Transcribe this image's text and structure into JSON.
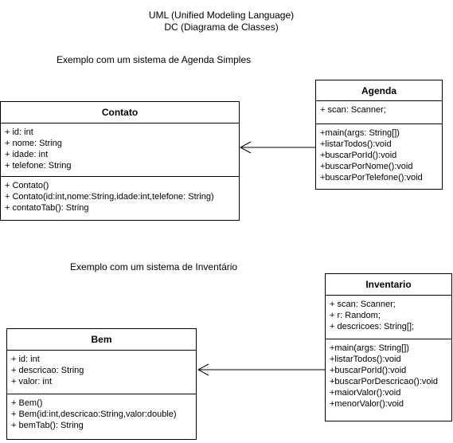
{
  "header": {
    "line1": "UML (Unified Modeling Language)",
    "line2": "DC (Diagrama de Classes)"
  },
  "section1_caption": "Exemplo com um sistema de Agenda Simples",
  "section2_caption": "Exemplo com um sistema de Inventário",
  "classes": {
    "contato": {
      "name": "Contato",
      "attributes": [
        "+ id: int",
        "+ nome: String",
        "+ idade: int",
        "+ telefone: String"
      ],
      "methods": [
        "+ Contato()",
        "+ Contato(id:int,nome:String,idade:int,telefone: String)",
        "+ contatoTab(): String"
      ]
    },
    "agenda": {
      "name": "Agenda",
      "attributes": [
        "+ scan: Scanner;"
      ],
      "methods": [
        "+main(args: String[])",
        "+listarTodos():void",
        "+buscarPorId():void",
        "+buscarPorNome():void",
        "+buscarPorTelefone():void"
      ]
    },
    "bem": {
      "name": "Bem",
      "attributes": [
        "+ id: int",
        "+ descricao: String",
        "+ valor: int"
      ],
      "methods": [
        "+ Bem()",
        "+ Bem(id:int,descricao:String,valor:double)",
        "+ bemTab(): String"
      ]
    },
    "inventario": {
      "name": "Inventario",
      "attributes": [
        "+ scan: Scanner;",
        "+ r: Random;",
        "+ descricoes: String[];"
      ],
      "methods": [
        "+main(args: String[])",
        "+listarTodos():void",
        "+buscarPorId():void",
        "+buscarPorDescricao():void",
        "+maiorValor():void",
        "+menorValor():void"
      ]
    }
  }
}
